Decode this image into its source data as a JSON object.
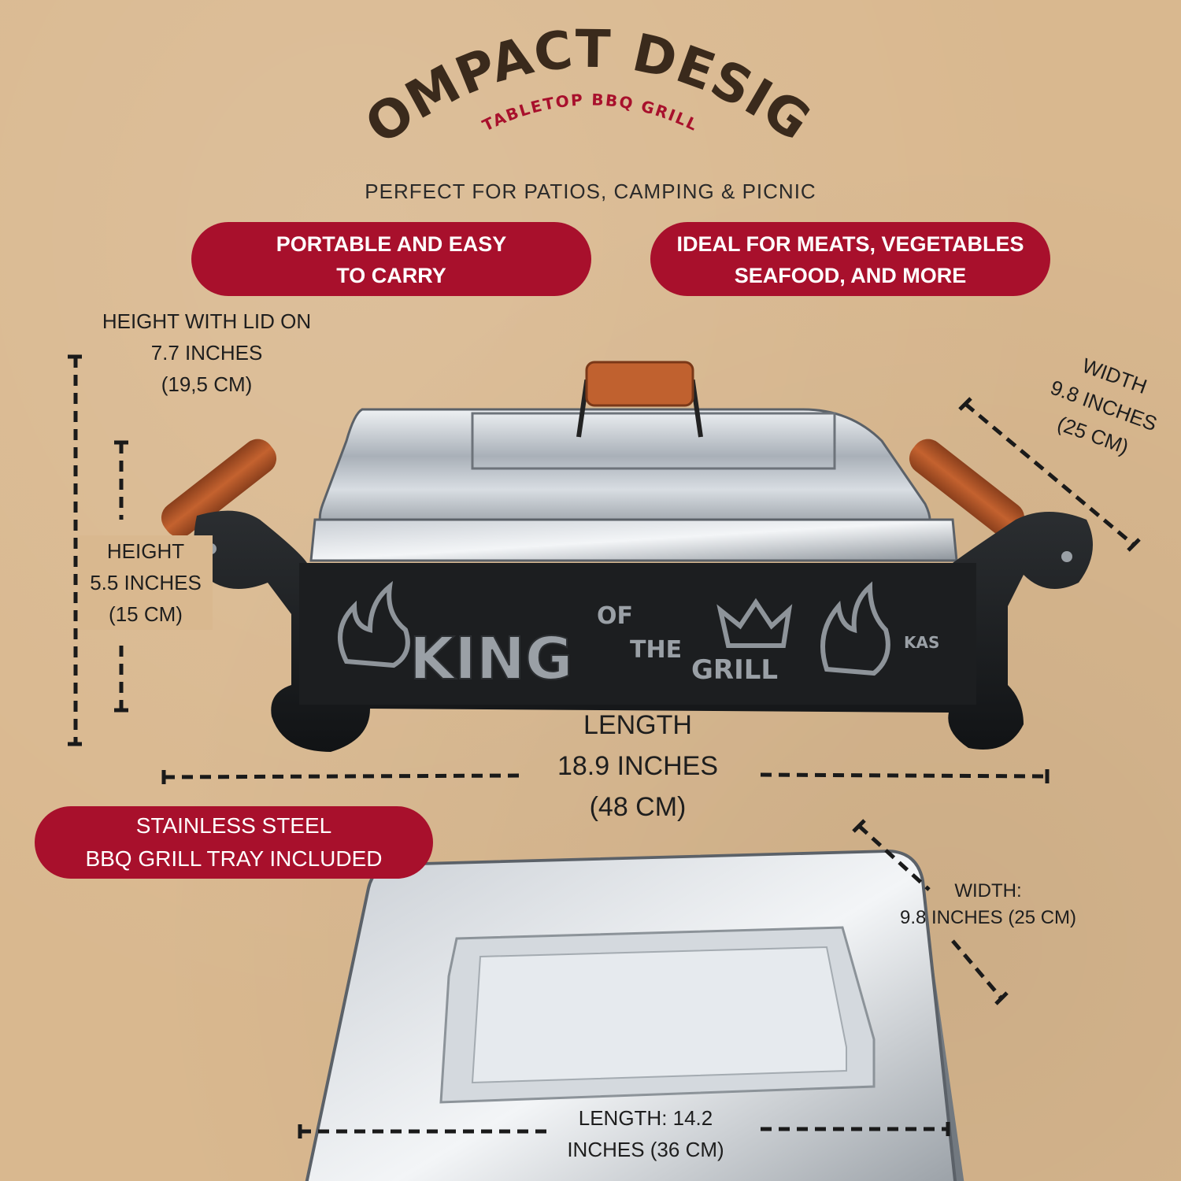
{
  "title": {
    "main": "COMPACT DESIGN",
    "sub": "TABLETOP BBQ GRILL"
  },
  "tagline": "PERFECT FOR PATIOS, CAMPING & PICNIC",
  "features": [
    {
      "line1": "PORTABLE AND EASY",
      "line2": "TO CARRY"
    },
    {
      "line1": "IDEAL FOR MEATS, VEGETABLES",
      "line2": "SEAFOOD, AND MORE"
    }
  ],
  "tray_badge": {
    "line1": "STAINLESS STEEL",
    "line2": "BBQ GRILL TRAY INCLUDED"
  },
  "dimensions": {
    "height_lid": {
      "line1": "HEIGHT WITH LID ON",
      "line2": "7.7 INCHES",
      "line3": "(19,5 CM)"
    },
    "height": {
      "line1": "HEIGHT",
      "line2": "5.5 INCHES",
      "line3": "(15 CM)"
    },
    "width": {
      "line1": "WIDTH",
      "line2": "9.8 INCHES",
      "line3": "(25 CM)"
    },
    "length": {
      "line1": "LENGTH",
      "line2": "18.9 INCHES",
      "line3": "(48 CM)"
    },
    "tray_width": {
      "line1": "WIDTH:",
      "line2": "9.8 INCHES (25 CM)"
    },
    "tray_length": {
      "line1": "LENGTH: 14.2",
      "line2": "INCHES (36 CM)"
    }
  },
  "grill_logo": {
    "word1": "KING",
    "word2": "OF",
    "word3": "THE",
    "word4": "GRILL",
    "word5": "KAS"
  },
  "colors": {
    "background": "#d9b88f",
    "accent": "#a8102c",
    "title": "#3a2a1c"
  }
}
